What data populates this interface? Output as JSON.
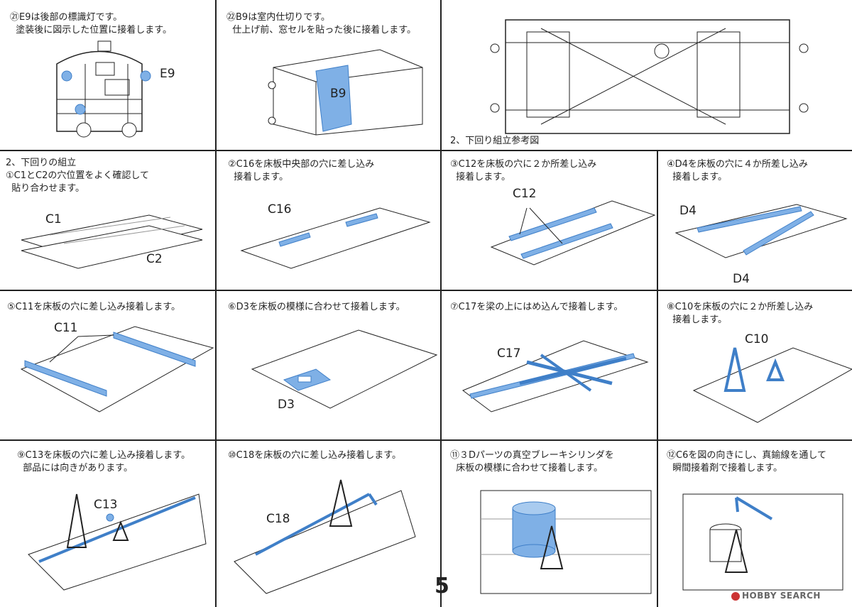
{
  "page_number": "5",
  "watermark": "HOBBY SEARCH",
  "steps": [
    {
      "id": "21",
      "text": "㉑E9は後部の標識灯です。\n  塗装後に図示した位置に接着します。",
      "label": "E9"
    },
    {
      "id": "22",
      "text": "㉒B9は室内仕切りです。\n  仕上げ前、窓セルを貼った後に接着します。",
      "label": "B9"
    },
    {
      "id": "ref",
      "text": "2、下回り組立参考図",
      "label": ""
    },
    {
      "id": "1",
      "text": "2、下回りの組立\n①C1とC2の穴位置をよく確認して\n  貼り合わせます。",
      "label": "C1",
      "label2": "C2"
    },
    {
      "id": "2",
      "text": "②C16を床板中央部の穴に差し込み\n  接着します。",
      "label": "C16"
    },
    {
      "id": "3",
      "text": "③C12を床板の穴に２か所差し込み\n  接着します。",
      "label": "C12"
    },
    {
      "id": "4",
      "text": "④D4を床板の穴に４か所差し込み\n  接着します。",
      "label": "D4",
      "label2": "D4"
    },
    {
      "id": "5",
      "text": "⑤C11を床板の穴に差し込み接着します。",
      "label": "C11"
    },
    {
      "id": "6",
      "text": "⑥D3を床板の模様に合わせて接着します。",
      "label": "D3"
    },
    {
      "id": "7",
      "text": "⑦C17を梁の上にはめ込んで接着します。",
      "label": "C17"
    },
    {
      "id": "8",
      "text": "⑧C10を床板の穴に２か所差し込み\n  接着します。",
      "label": "C10"
    },
    {
      "id": "9",
      "text": "⑨C13を床板の穴に差し込み接着します。\n  部品には向きがあります。",
      "label": "C13"
    },
    {
      "id": "10",
      "text": "⑩C18を床板の穴に差し込み接着します。",
      "label": "C18"
    },
    {
      "id": "11",
      "text": "⑪３Dパーツの真空ブレーキシリンダを\n  床板の模様に合わせて接着します。",
      "label": ""
    },
    {
      "id": "12",
      "text": "⑫C6を図の向きにし、真鍮線を通して\n  瞬間接着剤で接着します。",
      "label": ""
    }
  ],
  "colors": {
    "part_blue": "#7fb0e6",
    "part_blue_stroke": "#3f7fc8",
    "line": "#222222"
  }
}
